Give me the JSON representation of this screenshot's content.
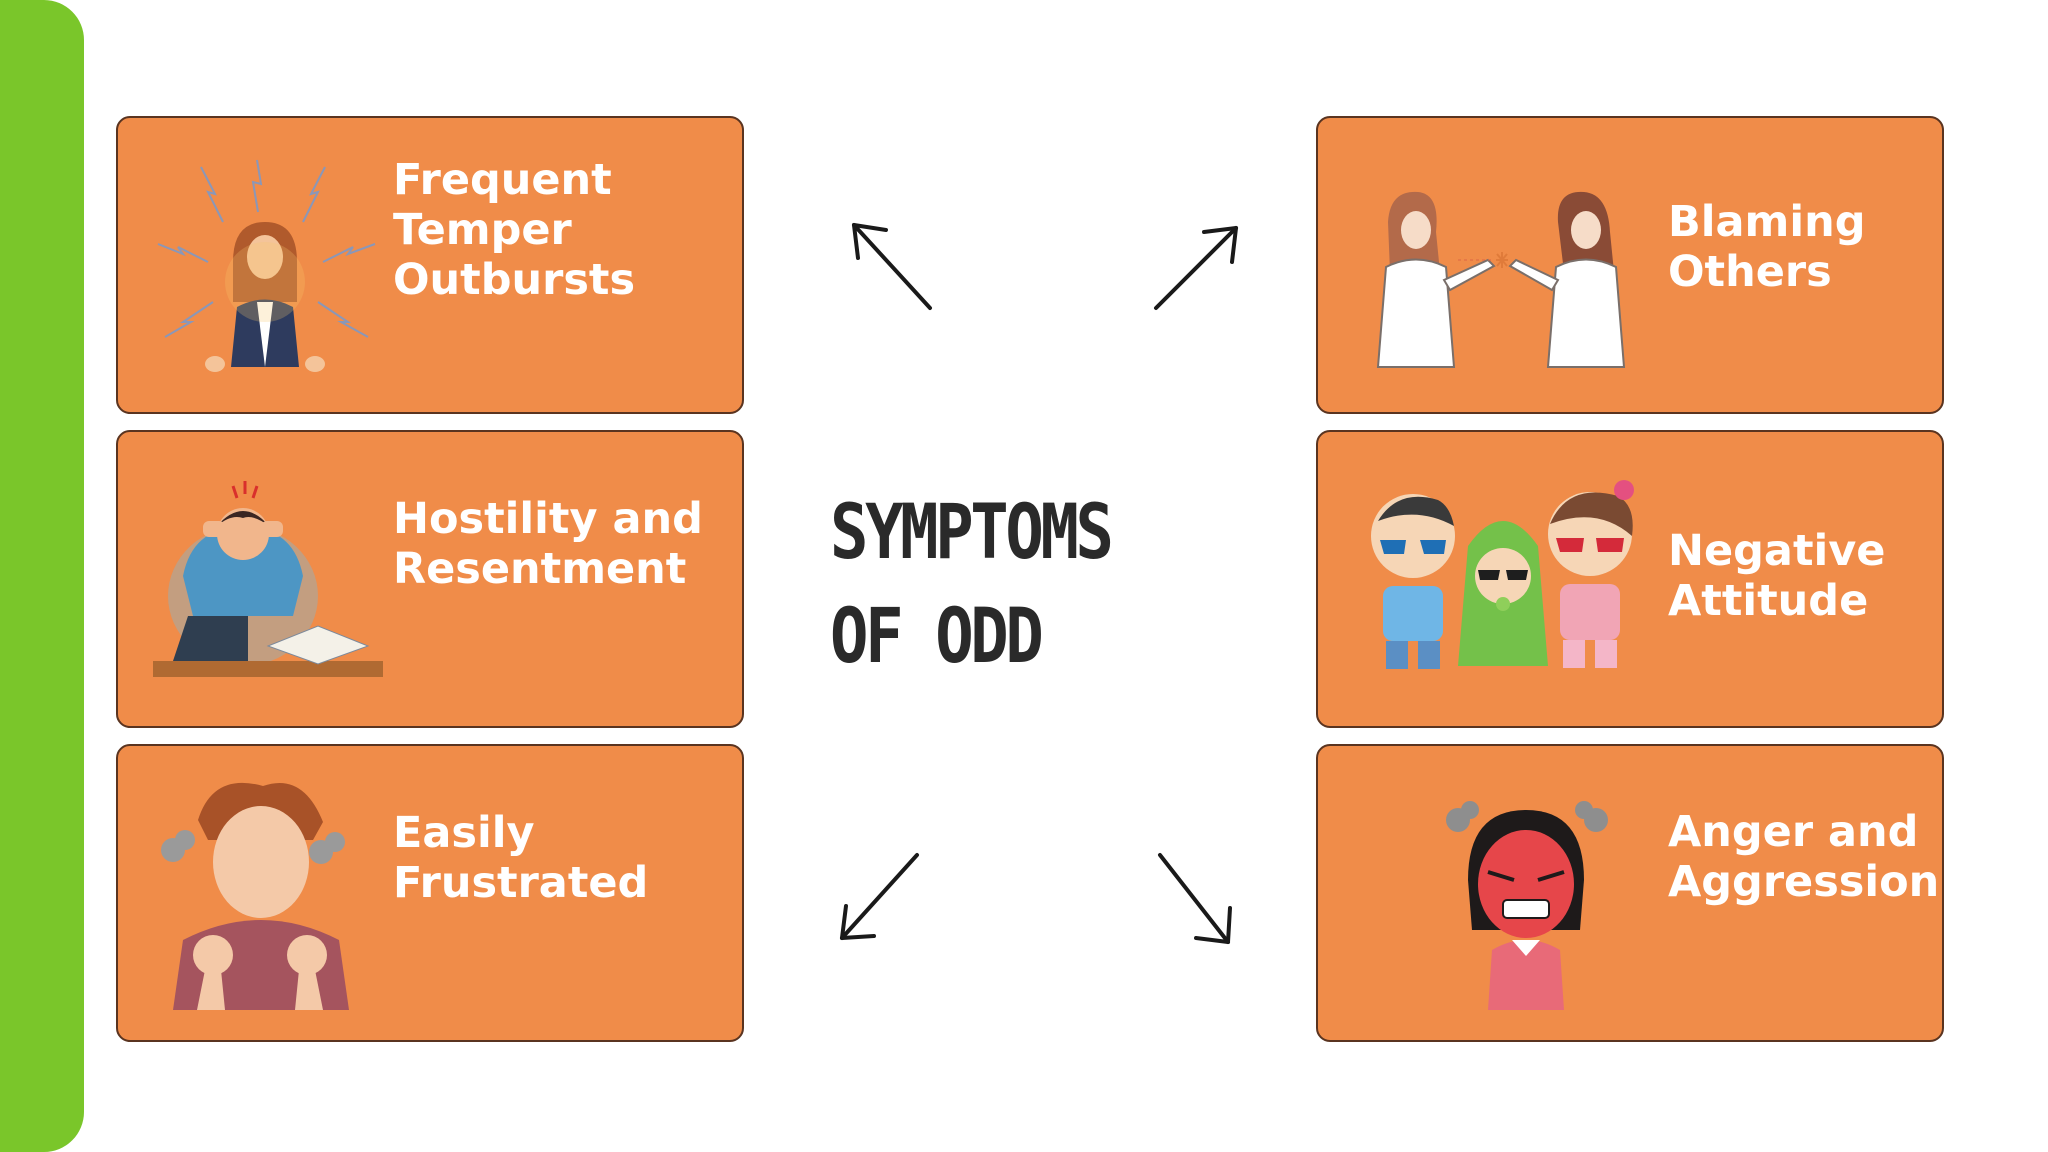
{
  "title": {
    "line1": "SYMPTOMS",
    "line2": "OF ODD"
  },
  "cards": {
    "top_left": {
      "label": "Frequent\nTemper\nOutbursts",
      "icon": "stressed-woman-lightning-icon"
    },
    "middle_left": {
      "label": "Hostility and\nResentment",
      "icon": "frustrated-man-laptop-icon"
    },
    "bottom_left": {
      "label": "Easily\nFrustrated",
      "icon": "steaming-man-fists-icon"
    },
    "top_right": {
      "label": "Blaming\nOthers",
      "icon": "women-pointing-icon"
    },
    "middle_right": {
      "label": "Negative\nAttitude",
      "icon": "sulking-kids-sunglasses-icon"
    },
    "bottom_right": {
      "label": "Anger and\nAggression",
      "icon": "angry-girl-icon"
    }
  },
  "colors": {
    "accent_bar": "#7ac62a",
    "card_fill": "#f08c49",
    "card_text": "#ffffff",
    "title_text": "#2a2a2a"
  }
}
